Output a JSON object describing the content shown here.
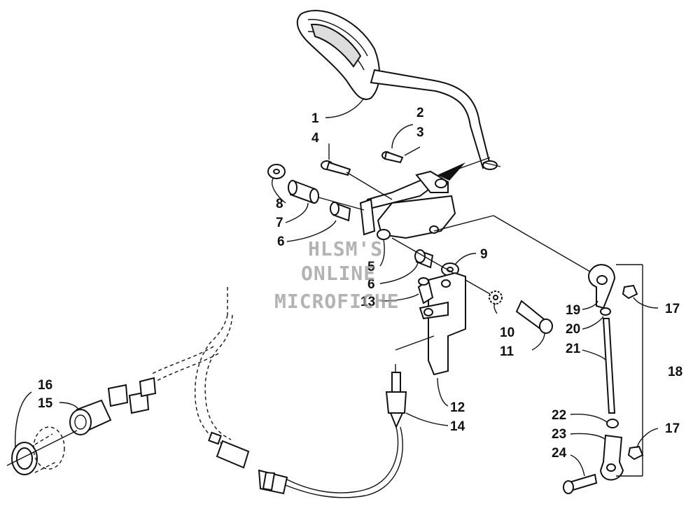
{
  "watermark": {
    "line1": "HLSM'S",
    "line2": "ONLINE",
    "line3": "MICROFICHE"
  },
  "callouts": [
    {
      "id": "c1",
      "text": "1"
    },
    {
      "id": "c2",
      "text": "2"
    },
    {
      "id": "c3",
      "text": "3"
    },
    {
      "id": "c4",
      "text": "4"
    },
    {
      "id": "c5",
      "text": "5"
    },
    {
      "id": "c6a",
      "text": "6"
    },
    {
      "id": "c6b",
      "text": "6"
    },
    {
      "id": "c7",
      "text": "7"
    },
    {
      "id": "c8",
      "text": "8"
    },
    {
      "id": "c9",
      "text": "9"
    },
    {
      "id": "c10",
      "text": "10"
    },
    {
      "id": "c11",
      "text": "11"
    },
    {
      "id": "c12",
      "text": "12"
    },
    {
      "id": "c13",
      "text": "13"
    },
    {
      "id": "c14",
      "text": "14"
    },
    {
      "id": "c15",
      "text": "15"
    },
    {
      "id": "c16",
      "text": "16"
    },
    {
      "id": "c17a",
      "text": "17"
    },
    {
      "id": "c17b",
      "text": "17"
    },
    {
      "id": "c18",
      "text": "18"
    },
    {
      "id": "c19",
      "text": "19"
    },
    {
      "id": "c20",
      "text": "20"
    },
    {
      "id": "c21",
      "text": "21"
    },
    {
      "id": "c22",
      "text": "22"
    },
    {
      "id": "c23",
      "text": "23"
    },
    {
      "id": "c24",
      "text": "24"
    }
  ]
}
